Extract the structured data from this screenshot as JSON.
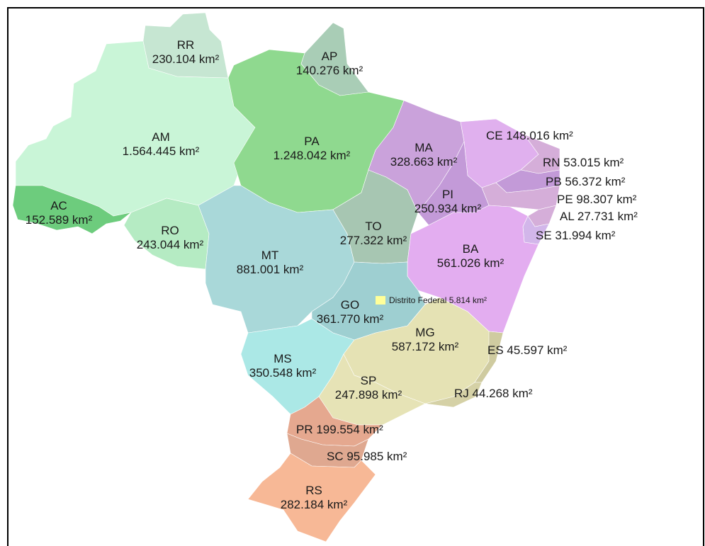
{
  "colors": {
    "north": "#c9f5d7",
    "north_dark": "#8fd98f",
    "pa": "#8fd98f",
    "ap": "#a9cdb6",
    "rr": "#c6e6d2",
    "ac": "#6dcc7d",
    "ro": "#b5ebc3",
    "to": "#a7c6b2",
    "ma": "#caa2db",
    "ce": "#e0b0ee",
    "ne_small": "#d5aed9",
    "pi": "#c39ad8",
    "ba": "#e3adf0",
    "se": "#d2b6ea",
    "mt": "#a9d8d9",
    "go": "#9ecfd1",
    "ms": "#abe8e6",
    "df": "#ffff99",
    "mg": "#e5e2b4",
    "es": "#cfcba0",
    "rj": "#d5d1a6",
    "sp": "#e6e3b6",
    "pr": "#e5a88f",
    "sc": "#dfa890",
    "rs": "#f7b896",
    "frame": "#000000"
  },
  "states": [
    {
      "code": "RR",
      "area": "230.104 km²"
    },
    {
      "code": "AP",
      "area": "140.276 km²"
    },
    {
      "code": "AM",
      "area": "1.564.445 km²"
    },
    {
      "code": "PA",
      "area": "1.248.042 km²"
    },
    {
      "code": "MA",
      "area": "328.663 km²"
    },
    {
      "code": "AC",
      "area": "152.589 km²"
    },
    {
      "code": "RO",
      "area": "243.044 km²"
    },
    {
      "code": "PI",
      "area": "250.934 km²"
    },
    {
      "code": "TO",
      "area": "277.322 km²"
    },
    {
      "code": "MT",
      "area": "881.001 km²"
    },
    {
      "code": "BA",
      "area": "561.026 km²"
    },
    {
      "code": "GO",
      "area": "361.770 km²"
    },
    {
      "code": "MG",
      "area": "587.172 km²"
    },
    {
      "code": "MS",
      "area": "350.548 km²"
    },
    {
      "code": "SP",
      "area": "247.898 km²"
    },
    {
      "code": "RS",
      "area": "282.184 km²"
    }
  ],
  "inline_labels": {
    "ce": "CE 148.016 km²",
    "rn": "RN 53.015 km²",
    "pb": "PB 56.372 km²",
    "pe": "PE 98.307 km²",
    "al": "AL 27.731 km²",
    "se": "SE 31.994 km²",
    "df": "Distrito Federal 5.814 km²",
    "es": "ES 45.597 km²",
    "rj": "RJ 44.268 km²",
    "pr": "PR 199.554 km²",
    "sc": "SC 95.985 km²"
  }
}
